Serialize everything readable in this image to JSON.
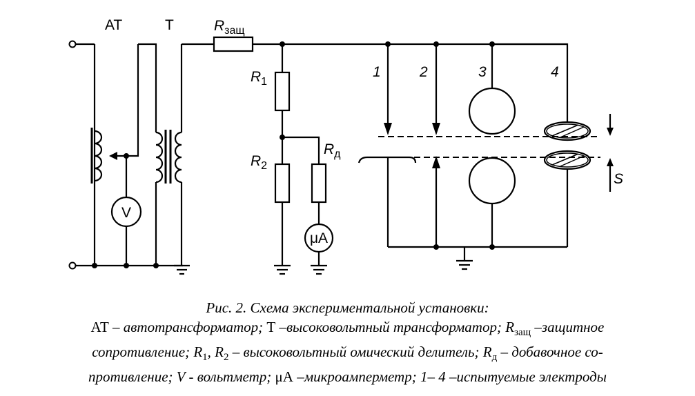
{
  "labels": {
    "at": "АТ",
    "t": "Т",
    "r_zasch_main": "R",
    "r_zasch_sub": "защ",
    "r1_main": "R",
    "r1_sub": "1",
    "r2_main": "R",
    "r2_sub": "2",
    "rd_main": "R",
    "rd_sub": "д",
    "voltmeter": "V",
    "microammeter": "μА",
    "electrode_1": "1",
    "electrode_2": "2",
    "electrode_3": "3",
    "electrode_4": "4",
    "gap": "S"
  },
  "caption": {
    "title": "Рис. 2. Схема экспериментальной установки:",
    "line1": [
      {
        "t": "АТ",
        "i": false
      },
      {
        "t": " – автотрансформатор; ",
        "i": true
      },
      {
        "t": "Т",
        "i": false
      },
      {
        "t": " –высоковольтный трансформатор; ",
        "i": true
      },
      {
        "t": "R",
        "i": true
      },
      {
        "t": "защ",
        "i": false,
        "sub": true
      },
      {
        "t": " –защитное",
        "i": true
      }
    ],
    "line2": [
      {
        "t": "сопротивление; ",
        "i": true
      },
      {
        "t": "R",
        "i": true
      },
      {
        "t": "1",
        "i": false,
        "sub": true
      },
      {
        "t": ", ",
        "i": true
      },
      {
        "t": "R",
        "i": true
      },
      {
        "t": "2",
        "i": false,
        "sub": true
      },
      {
        "t": " – высоковольтный омический делитель; ",
        "i": true
      },
      {
        "t": "R",
        "i": true
      },
      {
        "t": "д",
        "i": false,
        "sub": true
      },
      {
        "t": " – добавочное со-",
        "i": true
      }
    ],
    "line3": [
      {
        "t": "противление; ",
        "i": true
      },
      {
        "t": "V",
        "i": true
      },
      {
        "t": " - вольтметр; ",
        "i": true
      },
      {
        "t": "μА",
        "i": false
      },
      {
        "t": " –микроамперметр; ",
        "i": true
      },
      {
        "t": "1– 4",
        "i": true
      },
      {
        "t": " –испытуемые электроды",
        "i": true
      }
    ]
  }
}
